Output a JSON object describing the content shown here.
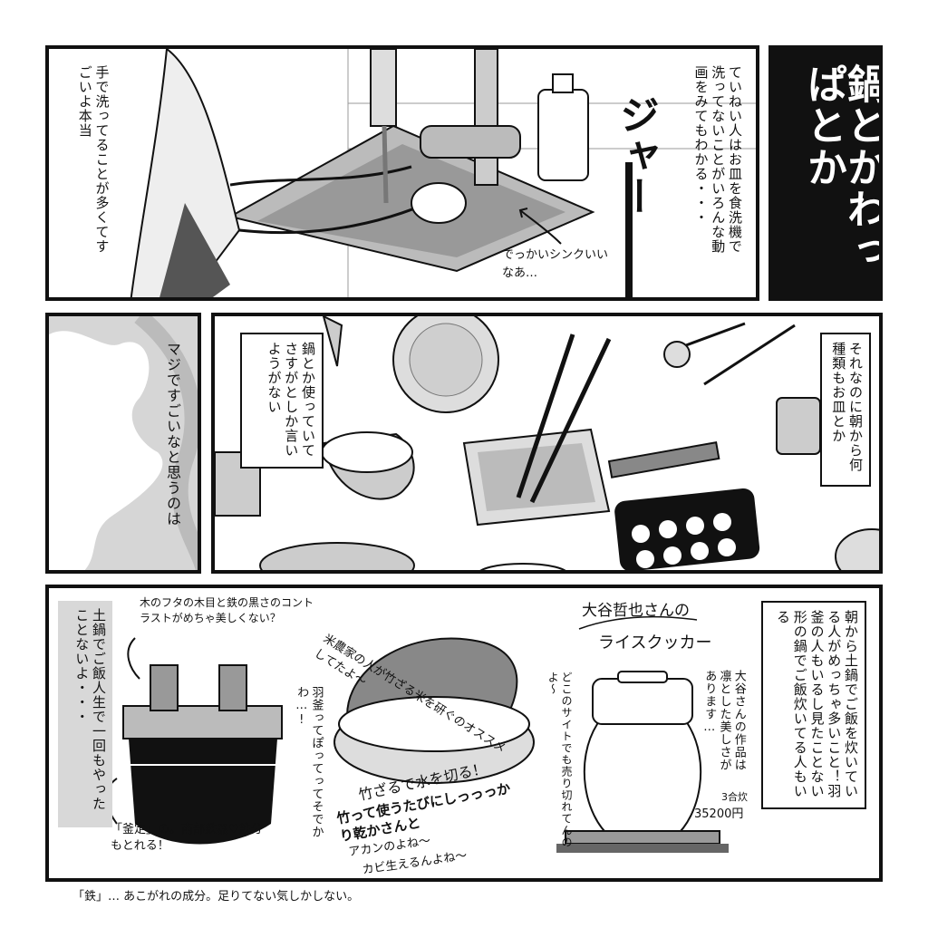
{
  "title_block": {
    "line1": "鍋とかわっぱとか"
  },
  "panel1": {
    "narration_left": "手で洗ってることが多くてすごいよ本当",
    "narration_right": "ていねい人はお皿を食洗機で洗ってないことがいろんな動画をみてもわかる・・・",
    "sfx": "ジャー",
    "sink_note": "でっかいシンクいいなあ…"
  },
  "panel2": {
    "narration": "マジですごいなと思うのは"
  },
  "panel3": {
    "box_left": "鍋とか使っていてさすがとしか言いようがない",
    "box_right": "それなのに朝から何種類もお皿とか"
  },
  "panel4": {
    "left_vertical": "土鍋でご飯人生で一回もやったことないよ・・・",
    "pot_note": "木のフタの木目と鉄の黒さのコントラストがめちゃ美しくない？",
    "hagama_note": "羽釜ってぽってってそでかわ…!",
    "kama_note": "「釜定」の。南部鉄器♡鉄分もとれる！",
    "basket_top": "米農家の人が竹ざる米を研ぐのオススメしてたよ～",
    "basket_bottom1": "竹ざるで水を切る！",
    "basket_bottom2": "竹って使うたびにしっっっかり乾かさんと",
    "basket_bottom3": "アカンのよね～",
    "basket_bottom4": "カビ生えるんよね～",
    "cooker_title1": "大谷哲也さんの",
    "cooker_title2": "ライスクッカー",
    "cooker_left": "どこのサイトでも売り切れてんのよ～",
    "cooker_right": "大谷さんの作品は凛とした美しさがあります…",
    "price_size": "3合炊",
    "price": "35200円",
    "right_box": "朝から土鍋でご飯を炊いている人がめっちゃ多いこと！羽釜の人もいるし見たことない形の鍋でご飯炊いてる人もいる"
  },
  "footer": {
    "text": "「鉄」… あこがれの成分。足りてない気しかしない。"
  }
}
